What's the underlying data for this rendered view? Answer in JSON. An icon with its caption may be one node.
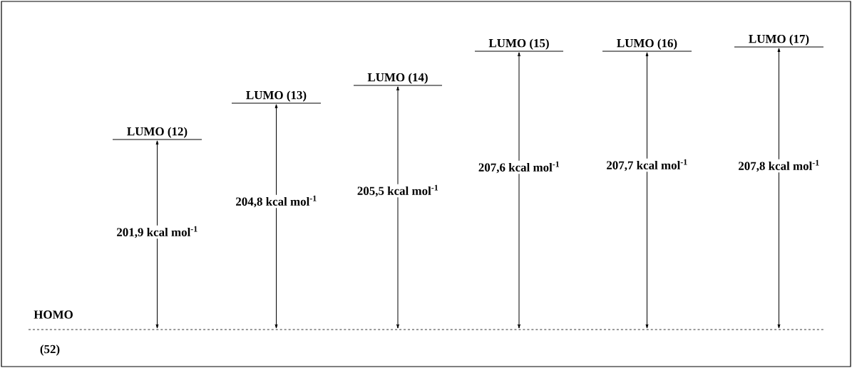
{
  "diagram": {
    "nodes": [
      {
        "text": [
          "LUMO (12)"
        ]
      },
      {
        "text": [
          "LUMO (13)"
        ]
      },
      {
        "text": [
          "LUMO (14)"
        ]
      },
      {
        "text": [
          "LUMO (15)"
        ]
      },
      {
        "text": [
          "LUMO (16)"
        ]
      },
      {
        "text": [
          "LUMO (17)"
        ]
      },
      {
        "text": [
          "HOMO",
          "(52)"
        ]
      }
    ],
    "edges": [
      {
        "from": 0,
        "to": 6,
        "arrow": "both",
        "label": "201,9 kcal mol$^{-1}$"
      },
      {
        "from": 1,
        "to": 6,
        "arrow": "both",
        "label": "204,8 kcal mol$^{-1}$"
      },
      {
        "from": 2,
        "to": 6,
        "arrow": "both",
        "label": "205,5 kcal mol$^{-1}$"
      },
      {
        "from": 3,
        "to": 6,
        "arrow": "both",
        "label": "207,6 kcal mol$^{-1}$"
      },
      {
        "from": 4,
        "to": 6,
        "arrow": "both",
        "label": "207,7 kcal mol$^{-1}$"
      },
      {
        "from": 5,
        "to": 6,
        "arrow": "both",
        "label": "207,8 kcal mol$^{-1}$"
      }
    ]
  }
}
